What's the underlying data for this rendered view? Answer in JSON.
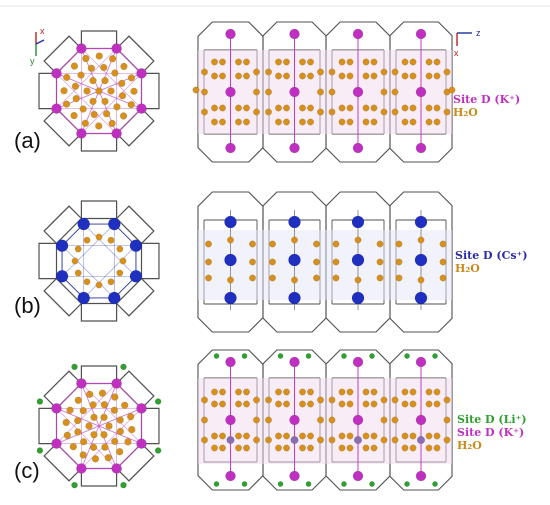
{
  "panels": [
    {
      "label": "(a)",
      "legend": [
        {
          "text": "Site D (K⁺)",
          "color": "#c030c0"
        },
        {
          "text": "H₂O",
          "color": "#c98a1c"
        }
      ]
    },
    {
      "label": "(b)",
      "legend": [
        {
          "text": "Site D (Cs⁺)",
          "color": "#2a2aa8"
        },
        {
          "text": "H₂O",
          "color": "#c98a1c"
        }
      ]
    },
    {
      "label": "(c)",
      "legend": [
        {
          "text": "Site D (Li⁺)",
          "color": "#2e9e2e"
        },
        {
          "text": "Site D (K⁺)",
          "color": "#c030c0"
        },
        {
          "text": "H₂O",
          "color": "#c98a1c"
        }
      ]
    }
  ],
  "axes_left": {
    "x": "x",
    "y": "y"
  },
  "axes_right": {
    "z": "z",
    "x": "x"
  },
  "colors": {
    "frame": "#505050",
    "potassium": "#c030c0",
    "cesium": "#1f2fc0",
    "lithium": "#2fa02f",
    "water": "#d8901c",
    "axis_red": "#c02020",
    "axis_green": "#2a8a2a",
    "axis_blue": "#2030a0"
  }
}
